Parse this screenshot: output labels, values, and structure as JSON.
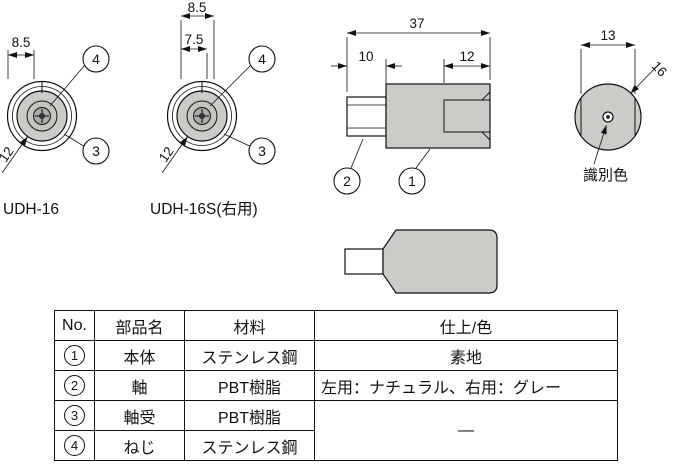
{
  "colors": {
    "part_fill": "#cbccc8",
    "line": "#111111",
    "background": "#ffffff"
  },
  "views": {
    "udh16": {
      "label": "UDH-16",
      "dim_width": "8.5",
      "dim_inner_dia": "12",
      "callout_screw": "4",
      "callout_bearing": "3"
    },
    "udh16s": {
      "label": "UDH-16S(右用)",
      "dim_width_top": "8.5",
      "dim_width": "7.5",
      "dim_inner_dia": "12",
      "callout_screw": "4",
      "callout_bearing": "3"
    },
    "side": {
      "dim_total_length": "37",
      "dim_shaft_length": "10",
      "dim_socket_depth": "12",
      "callout_shaft": "2",
      "callout_body": "1"
    },
    "end": {
      "dim_across_flats": "13",
      "dim_diameter": "16",
      "color_label": "識別色"
    }
  },
  "table": {
    "headers": [
      "No.",
      "部品名",
      "材料",
      "仕上/色"
    ],
    "rows": [
      {
        "no": "1",
        "name": "本体",
        "material": "ステンレス鋼",
        "finish": "素地"
      },
      {
        "no": "2",
        "name": "軸",
        "material": "PBT樹脂",
        "finish": "左用：ナチュラル、右用：グレー"
      },
      {
        "no": "3",
        "name": "軸受",
        "material": "PBT樹脂",
        "finish": "―"
      },
      {
        "no": "4",
        "name": "ねじ",
        "material": "ステンレス鋼"
      }
    ]
  }
}
